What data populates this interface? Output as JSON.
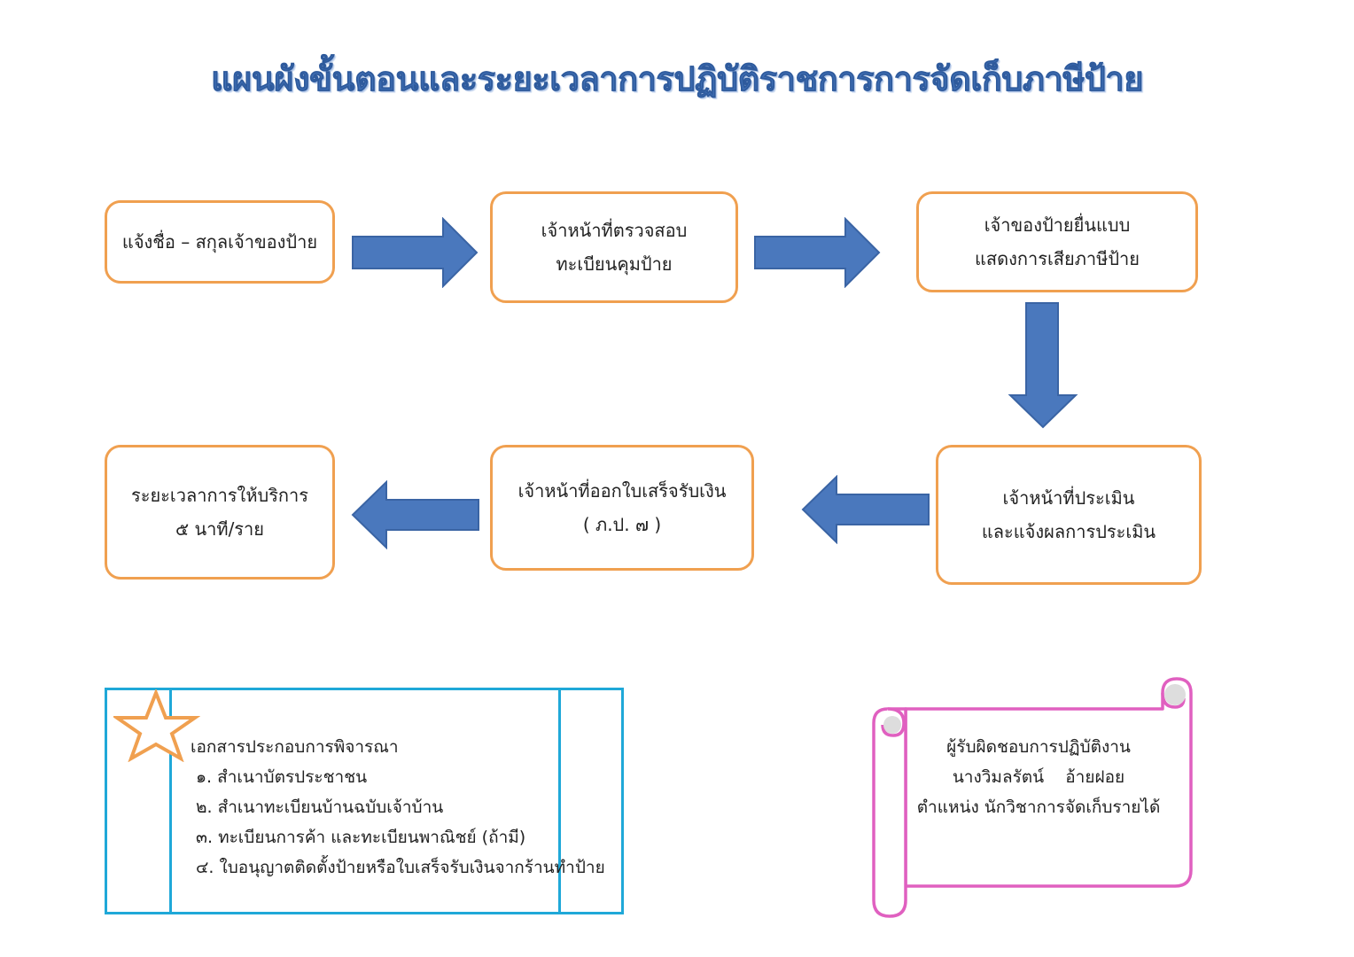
{
  "title": "แผนผังขั้นตอนและระยะเวลาการปฏิบัติราชการการจัดเก็บภาษีป้าย",
  "steps": [
    {
      "lines": [
        "แจ้งชื่อ – สกุลเจ้าของป้าย"
      ]
    },
    {
      "lines": [
        "เจ้าหน้าที่ตรวจสอบ",
        "ทะเบียนคุมป้าย"
      ]
    },
    {
      "lines": [
        "เจ้าของป้ายยื่นแบบ",
        "แสดงการเสียภาษีป้าย"
      ]
    },
    {
      "lines": [
        "เจ้าหน้าที่ประเมิน",
        "และแจ้งผลการประเมิน"
      ]
    },
    {
      "lines": [
        "เจ้าหน้าที่ออกใบเสร็จรับเงิน",
        "( ภ.ป. ๗ )"
      ]
    },
    {
      "lines": [
        "ระยะเวลาการให้บริการ",
        "๕ นาที/ราย"
      ]
    }
  ],
  "documents": {
    "heading": "เอกสารประกอบการพิจารณา",
    "items": [
      "๑. สำเนาบัตรประชาชน",
      "๒. สำเนาทะเบียนบ้านฉบับเจ้าบ้าน",
      "๓. ทะเบียนการค้า และทะเบียนพาณิชย์ (ถ้ามี)",
      "๔. ใบอนุญาตติดตั้งป้ายหรือใบเสร็จรับเงินจากร้านทำป้าย"
    ]
  },
  "responsible": {
    "heading": "ผู้รับผิดชอบการปฏิบัติงาน",
    "name": "นางวิมลรัตน์    อ้ายฝอย",
    "position": "ตำแหน่ง นักวิชาการจัดเก็บรายได้"
  },
  "colors": {
    "title": "#3f6fb5",
    "box_border": "#f0a050",
    "arrow_fill": "#4a78bd",
    "arrow_stroke": "#3a64a4",
    "doc_border": "#1fa8d8",
    "star": "#f0a050",
    "scroll": "#e060c0"
  }
}
